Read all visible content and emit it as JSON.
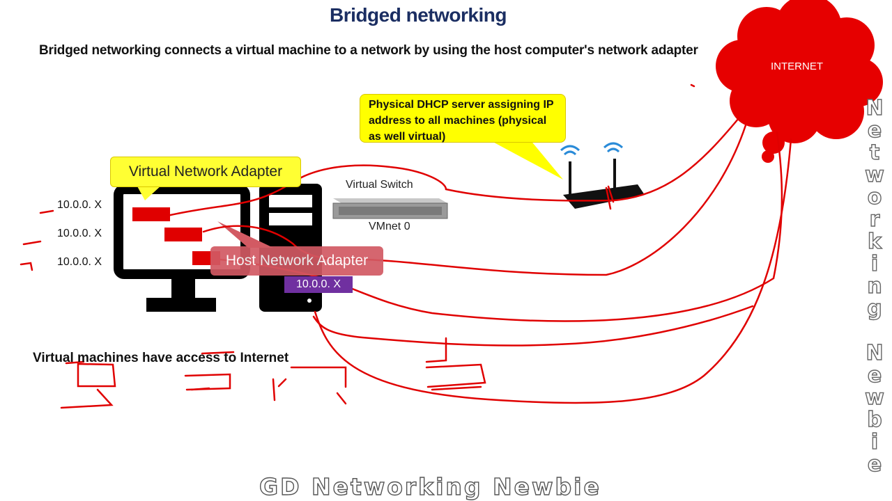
{
  "title": "Bridged networking",
  "subtitle": "Bridged networking connects a virtual machine to a network by using the host computer's network adapter",
  "dhcp_callout": "Physical DHCP server assigning IP address to all machines (physical as well virtual)",
  "virtual_network_adapter": "Virtual Network Adapter",
  "host_network_adapter": "Host Network Adapter",
  "vm_ips": [
    "10.0.0. X",
    "10.0.0. X",
    "10.0.0. X"
  ],
  "host_ip": "10.0.0. X",
  "virtual_switch": "Virtual Switch",
  "vmnet": "VMnet 0",
  "internet": "INTERNET",
  "note": "Virtual machines have access to Internet",
  "watermark_vertical": "Networking Newbie",
  "watermark_bottom": "GD Networking Newbie",
  "colors": {
    "title": "#1b2e62",
    "callout_yellow": "#ffff00",
    "host_adapter": "#d25a63",
    "host_ip_badge": "#7030a0",
    "annotation_red": "#e00000",
    "cloud": "#e60000"
  }
}
